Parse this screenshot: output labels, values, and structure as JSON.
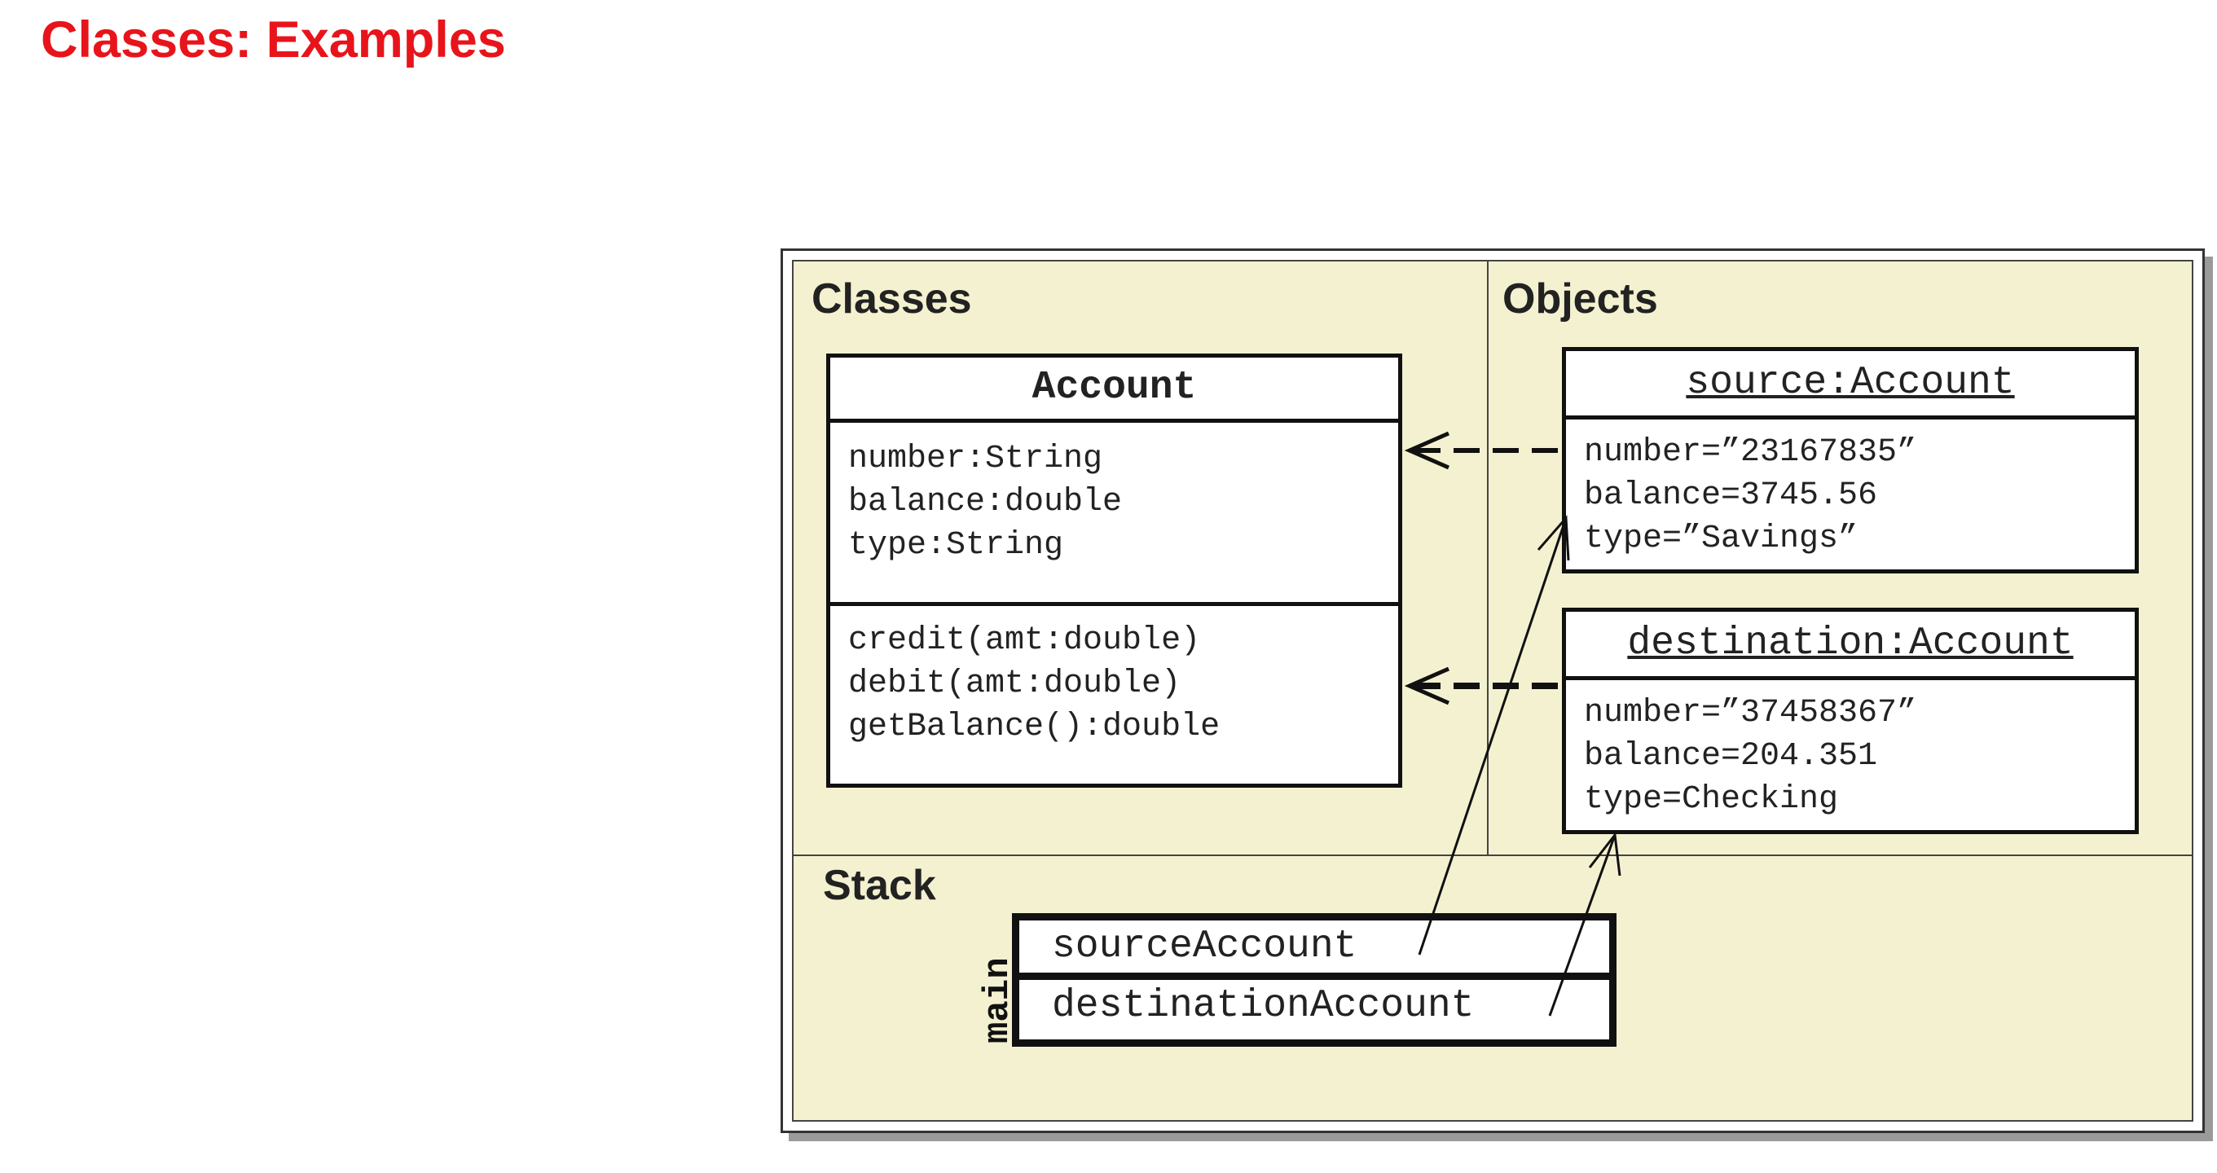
{
  "page": {
    "title": "Classes: Examples",
    "title_color": "#e8141b"
  },
  "diagram": {
    "background_color": "#f4f1d0",
    "sections": {
      "classes_label": "Classes",
      "objects_label": "Objects",
      "stack_label": "Stack"
    },
    "class_box": {
      "name": "Account",
      "attributes": [
        "number:String",
        "balance:double",
        "type:String"
      ],
      "operations": [
        "credit(amt:double)",
        "debit(amt:double)",
        "getBalance():double"
      ]
    },
    "objects": [
      {
        "name": "source:Account",
        "fields": [
          "number=”23167835”",
          "balance=3745.56",
          "type=”Savings”"
        ]
      },
      {
        "name": "destination:Account",
        "fields": [
          "number=”37458367”",
          "balance=204.351",
          "type=Checking"
        ]
      }
    ],
    "stack": {
      "frame_label": "main",
      "variables": [
        "sourceAccount",
        "destinationAccount"
      ]
    }
  }
}
